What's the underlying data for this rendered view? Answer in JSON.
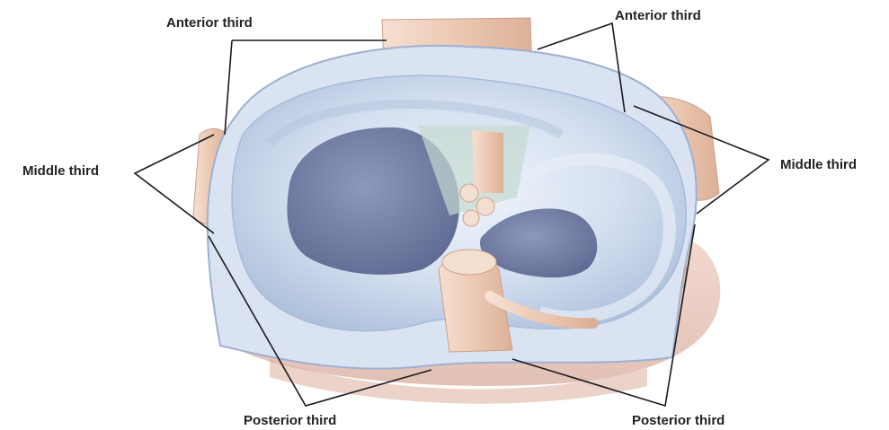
{
  "labels": {
    "anterior_left": "Anterior third",
    "anterior_right": "Anterior third",
    "middle_left": "Middle third",
    "middle_right": "Middle third",
    "posterior_left": "Posterior third",
    "posterior_right": "Posterior third"
  },
  "colors": {
    "meniscus": "#c9d6ea",
    "meniscus_shadow": "#9fb0cf",
    "tibia_surface": "#6f7ba1",
    "ligament": "#f0d2c0",
    "leader_line": "#1a1a1a"
  }
}
